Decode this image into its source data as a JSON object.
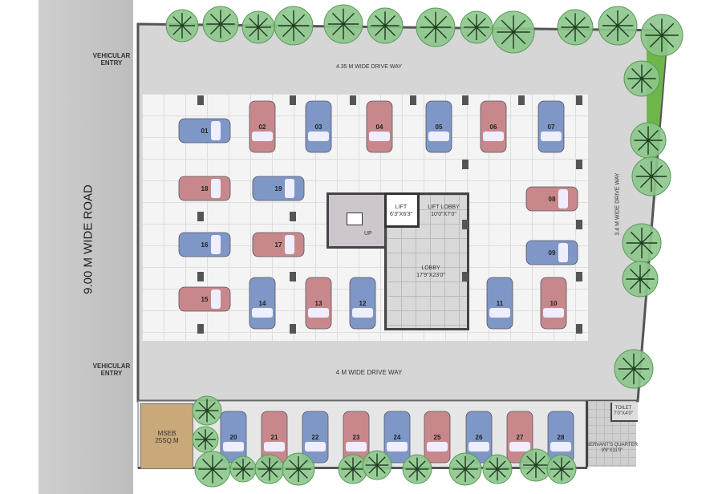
{
  "road_label": "9.00 M WIDE ROAD",
  "entries": [
    "VEHICULAR ENTRY",
    "VEHICULAR ENTRY"
  ],
  "driveways": {
    "top": "4.35 M WIDE DRIVE WAY",
    "right": "3.4 M WIDE DRIVE WAY",
    "bottom": "4 M WIDE DRIVE WAY"
  },
  "rooms": {
    "lift": {
      "name": "LIFT",
      "size": "6'3\"X6'3\""
    },
    "lift_lobby": {
      "name": "LIFT LOBBY",
      "size": "10'0\"X7'0\""
    },
    "lobby": {
      "name": "LOBBY",
      "size": "17'9\"X23'0\""
    },
    "stair_up": "UP",
    "mseb": {
      "name": "MSEB",
      "size": "25SQ.M"
    },
    "toilet": {
      "name": "TOILET",
      "size": "7'0\"X4'0\""
    },
    "servant": {
      "name": "SERVANT'S QUARTER",
      "size": "9'9\"X11'0\""
    }
  },
  "colors": {
    "blue_car": "#7f97c6",
    "red_car": "#c8888b",
    "tree": "#8cc68c",
    "tree_dark": "#1f3a1f",
    "mseb": "#c9a87a"
  },
  "parking_slots": [
    "01",
    "02",
    "03",
    "04",
    "05",
    "06",
    "07",
    "08",
    "09",
    "10",
    "11",
    "12",
    "13",
    "14",
    "15",
    "16",
    "17",
    "18",
    "19",
    "20",
    "21",
    "22",
    "23",
    "24",
    "25",
    "26",
    "27",
    "28"
  ]
}
